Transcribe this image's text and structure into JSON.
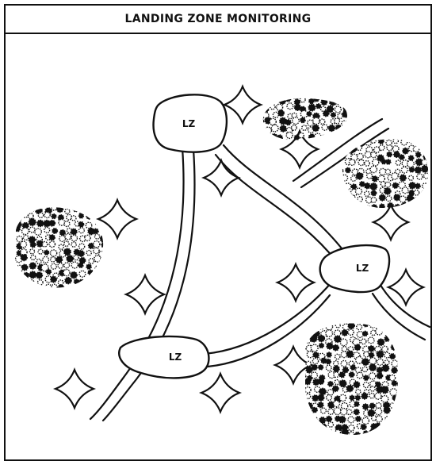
{
  "title": "LANDING ZONE MONITORING",
  "landing_zones": [
    {
      "label": "LZ"
    },
    {
      "label": "LZ"
    },
    {
      "label": "LZ"
    }
  ],
  "colors": {
    "ink": "#111111",
    "paper": "#ffffff"
  },
  "icons": [
    "star-marker-icon",
    "vegetation-cluster-icon"
  ]
}
